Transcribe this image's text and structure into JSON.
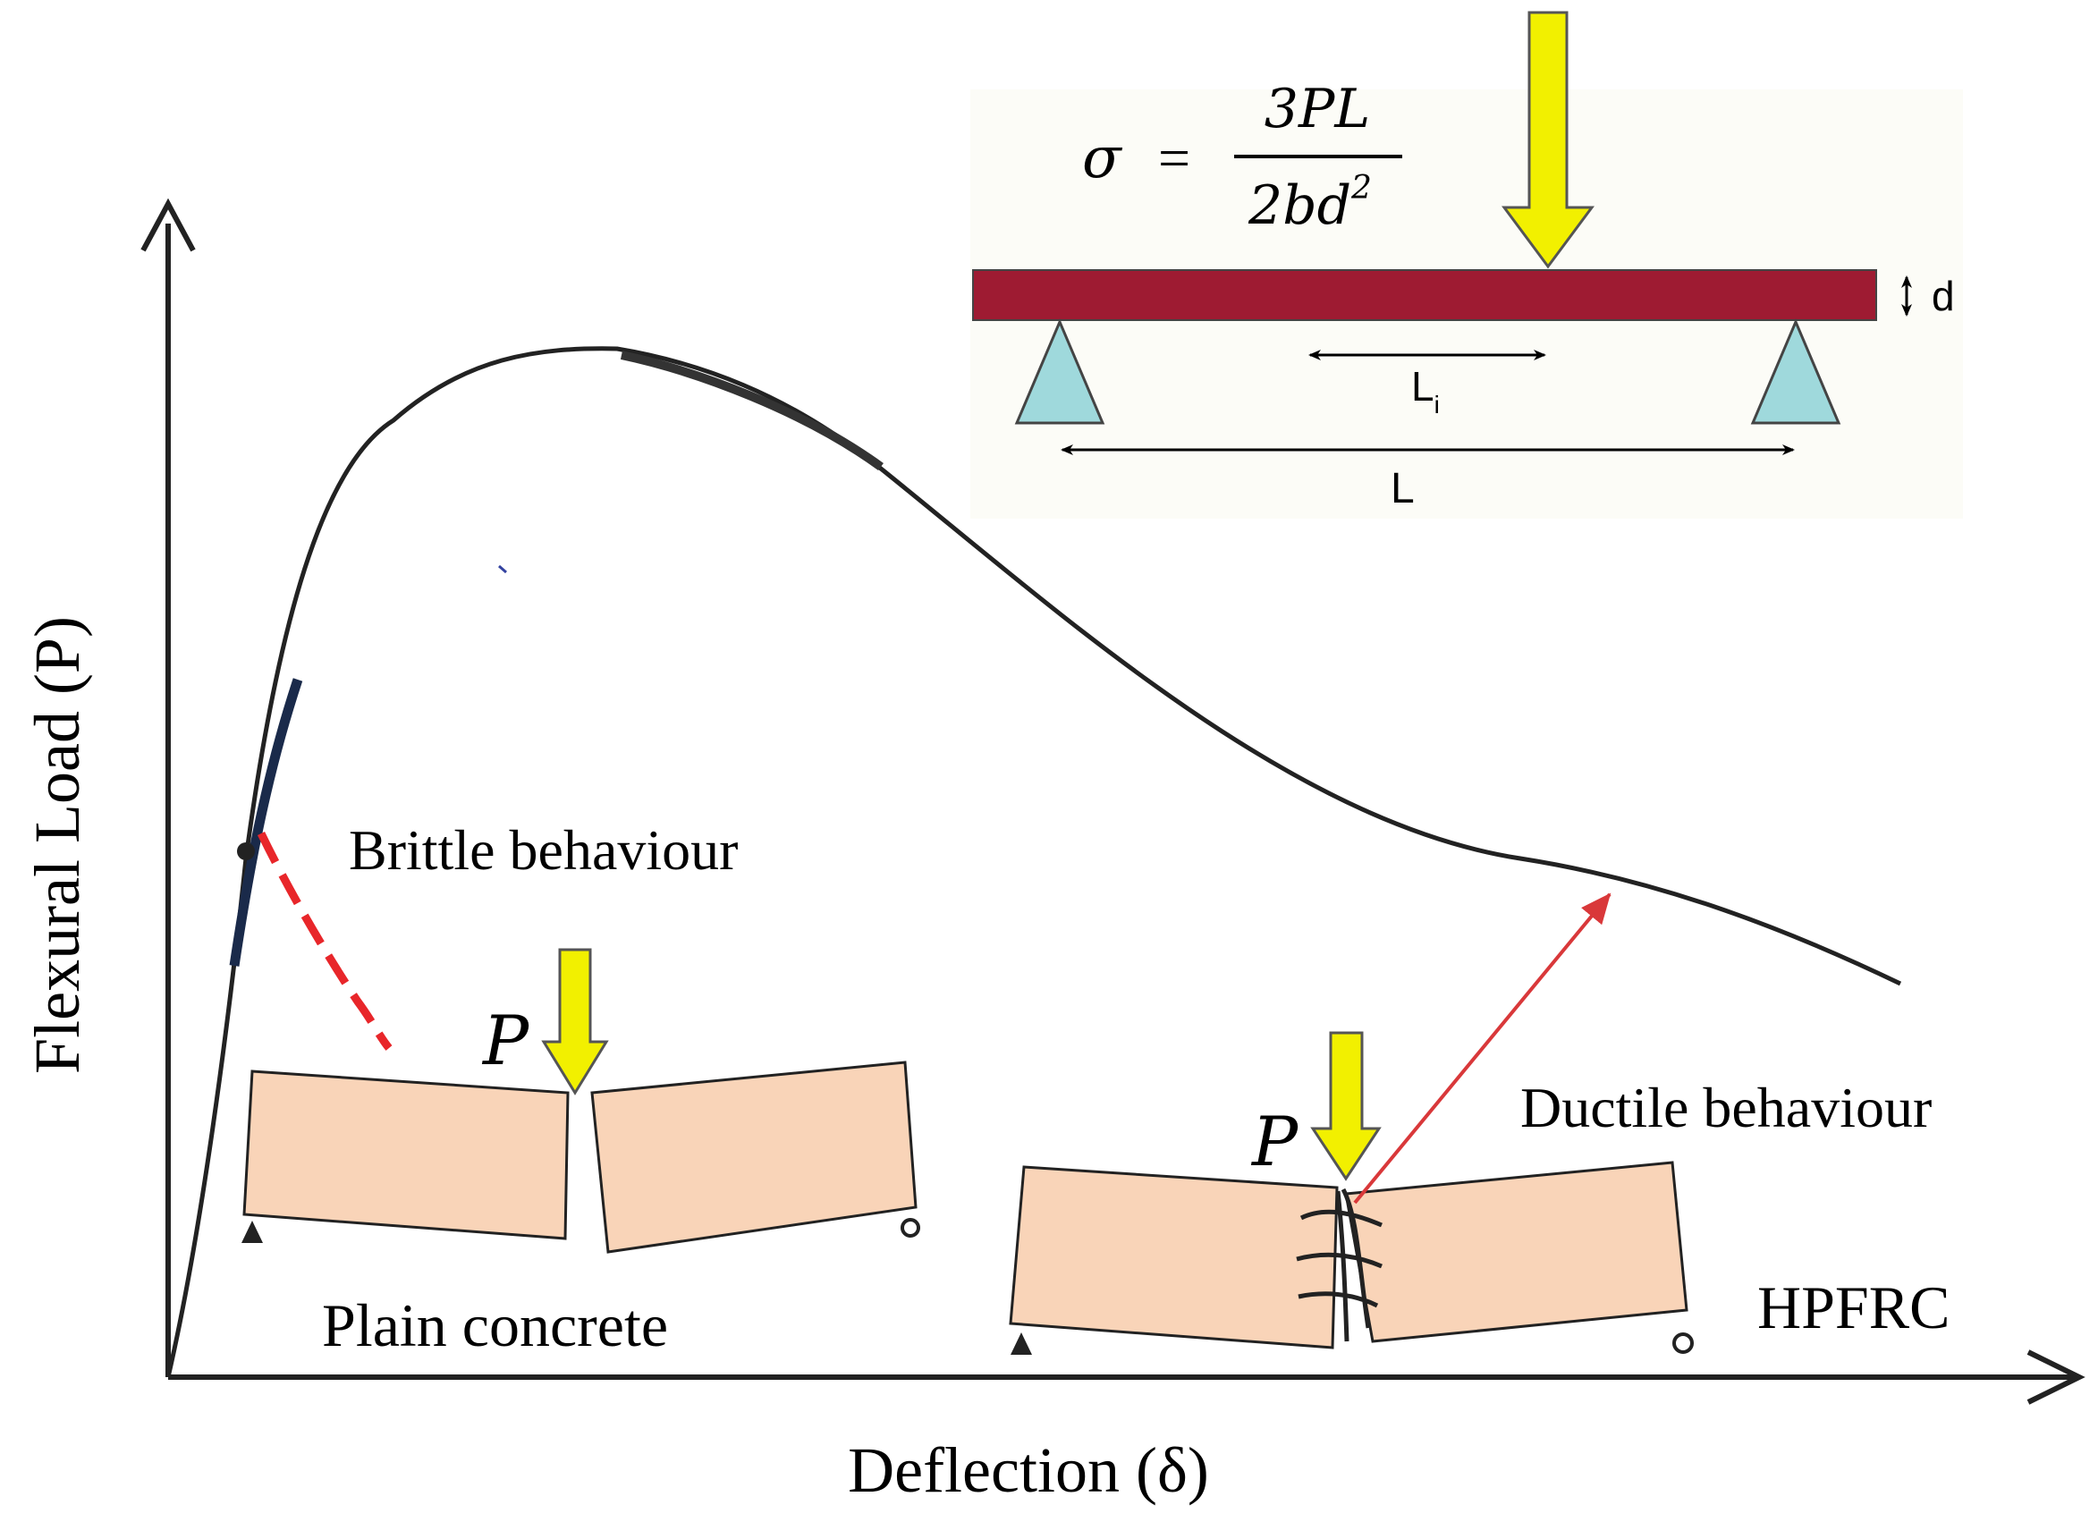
{
  "axes": {
    "y_label": "Flexural Load (P)",
    "x_label": "Deflection (δ)"
  },
  "annotations": {
    "brittle": "Brittle behaviour",
    "ductile": "Ductile behaviour",
    "plain": "Plain concrete",
    "hpfrc": "HPFRC",
    "load_symbol_left": "P",
    "load_symbol_right": "P"
  },
  "formula": {
    "lhs": "σ",
    "equals": "=",
    "numerator": "3PL",
    "denominator_base": "2bd",
    "denominator_exp": "2"
  },
  "beam_diagram": {
    "depth_label": "d",
    "span_label": "L",
    "inner_span_label": "L",
    "inner_span_subscript": "i"
  },
  "colors": {
    "beam": "#9e1b32",
    "support": "#9fd9dc",
    "load_arrow": "#f2f000",
    "block": "#f9d4b8",
    "brittle_mark": "#e8262a",
    "ductile_arrow": "#d9383a",
    "curve_highlight": "#1a2a4a"
  }
}
